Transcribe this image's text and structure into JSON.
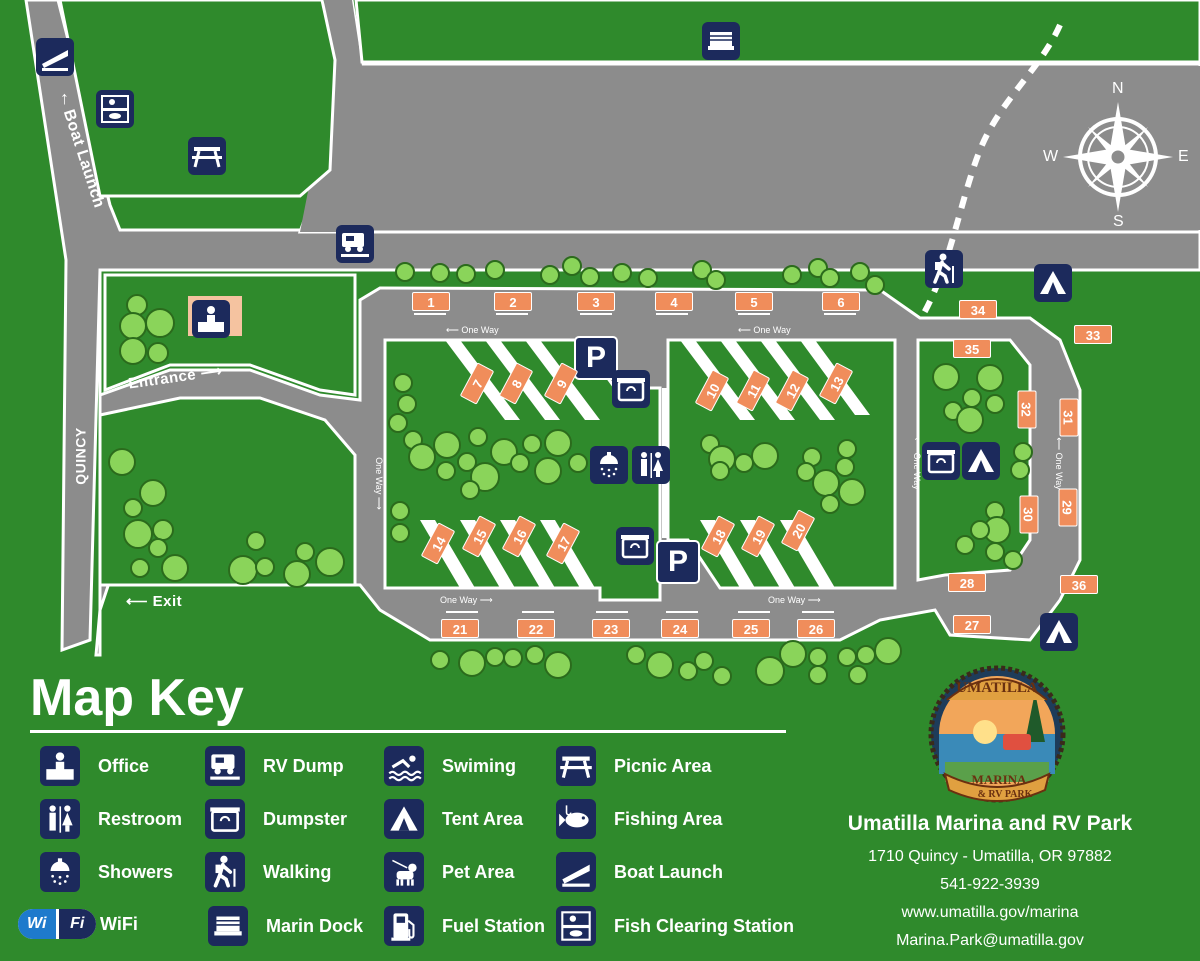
{
  "roads": {
    "boat_launch": "Boat Launch",
    "quincy": "QUINCY",
    "entrance": "Entrance",
    "exit": "Exit",
    "one_way": "One Way"
  },
  "compass": {
    "n": "N",
    "s": "S",
    "e": "E",
    "w": "W"
  },
  "parking_label": "P",
  "sites": [
    "1",
    "2",
    "3",
    "4",
    "5",
    "6",
    "7",
    "8",
    "9",
    "10",
    "11",
    "12",
    "13",
    "14",
    "15",
    "16",
    "17",
    "18",
    "19",
    "20",
    "21",
    "22",
    "23",
    "24",
    "25",
    "26",
    "27",
    "28",
    "29",
    "30",
    "31",
    "32",
    "33",
    "34",
    "35",
    "36"
  ],
  "key": {
    "title": "Map Key",
    "items": [
      {
        "label": "Office",
        "icon": "office-icon"
      },
      {
        "label": "Restroom",
        "icon": "restroom-icon"
      },
      {
        "label": "Showers",
        "icon": "shower-icon"
      },
      {
        "label": "WiFi",
        "icon": "wifi-icon"
      },
      {
        "label": "RV Dump",
        "icon": "rv-dump-icon"
      },
      {
        "label": "Dumpster",
        "icon": "dumpster-icon"
      },
      {
        "label": "Walking",
        "icon": "walking-icon"
      },
      {
        "label": "Marin Dock",
        "icon": "dock-icon"
      },
      {
        "label": "Swiming",
        "icon": "swimming-icon"
      },
      {
        "label": "Tent Area",
        "icon": "tent-icon"
      },
      {
        "label": "Pet Area",
        "icon": "pet-icon"
      },
      {
        "label": "Fuel Station",
        "icon": "fuel-icon"
      },
      {
        "label": "Picnic Area",
        "icon": "picnic-icon"
      },
      {
        "label": "Fishing Area",
        "icon": "fishing-icon"
      },
      {
        "label": "Boat Launch",
        "icon": "boat-launch-icon"
      },
      {
        "label": "Fish Clearing Station",
        "icon": "fish-cleaning-icon"
      }
    ],
    "wifi_badge": {
      "left": "Wi",
      "right": "Fi"
    }
  },
  "logo": {
    "top": "UMATILLA",
    "bottom1": "MARINA",
    "bottom2": "& RV PARK"
  },
  "info": {
    "name": "Umatilla Marina and RV Park",
    "address": "1710 Quincy - Umatilla, OR 97882",
    "phone": "541-922-3939",
    "website": "www.umatilla.gov/marina",
    "email": "Marina.Park@umatilla.gov"
  },
  "colors": {
    "grass": "#2f8a2c",
    "road": "#8a8a8a",
    "site": "#f08d5b",
    "icon_bg": "#1c2a5c"
  }
}
